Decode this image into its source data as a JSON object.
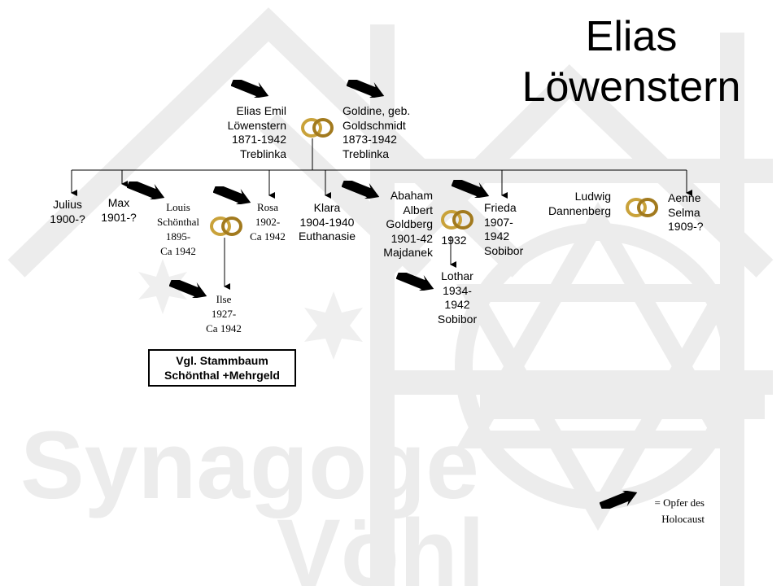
{
  "title": [
    "Elias",
    "Löwenstern"
  ],
  "parents": {
    "father": [
      "Elias Emil",
      "Löwenstern",
      "1871-1942",
      "Treblinka"
    ],
    "mother": [
      "Goldine, geb.",
      "Goldschmidt",
      "1873-1942",
      "Treblinka"
    ]
  },
  "children": {
    "julius": [
      "Julius",
      "1900-?"
    ],
    "max": [
      "Max",
      "1901-?"
    ],
    "louis": [
      "Louis",
      "Schönthal",
      "1895-",
      "Ca 1942"
    ],
    "rosa": [
      "Rosa",
      "1902-",
      "Ca 1942"
    ],
    "ilse": [
      "Ilse",
      "1927-",
      "Ca 1942"
    ],
    "klara": [
      "Klara",
      "1904-1940",
      "Euthanasie"
    ],
    "abraham": [
      "Abaham",
      "Albert",
      "Goldberg",
      "1901-42",
      "Majdanek"
    ],
    "marriage_year": "1932",
    "lothar": [
      "Lothar",
      "1934-",
      "1942",
      "Sobibor"
    ],
    "frieda": [
      "Frieda",
      "1907-",
      "1942",
      "Sobibor"
    ],
    "ludwig": [
      "Ludwig",
      "Dannenberg"
    ],
    "aenne": [
      "Aenne",
      "Selma",
      "1909-?"
    ]
  },
  "reference_box": [
    "Vgl. Stammbaum",
    "Schönthal +Mehrgeld"
  ],
  "legend": [
    "= Opfer des",
    "Holocaust"
  ],
  "watermark": [
    "Synagoge",
    "Vöhl"
  ],
  "icons": {
    "victim_marker": "black-arrow-icon",
    "marriage": "wedding-rings-icon"
  },
  "colors": {
    "ring_gold": "#c9a23a",
    "arrow": "#000000",
    "watermark": "#e9e9e9"
  }
}
